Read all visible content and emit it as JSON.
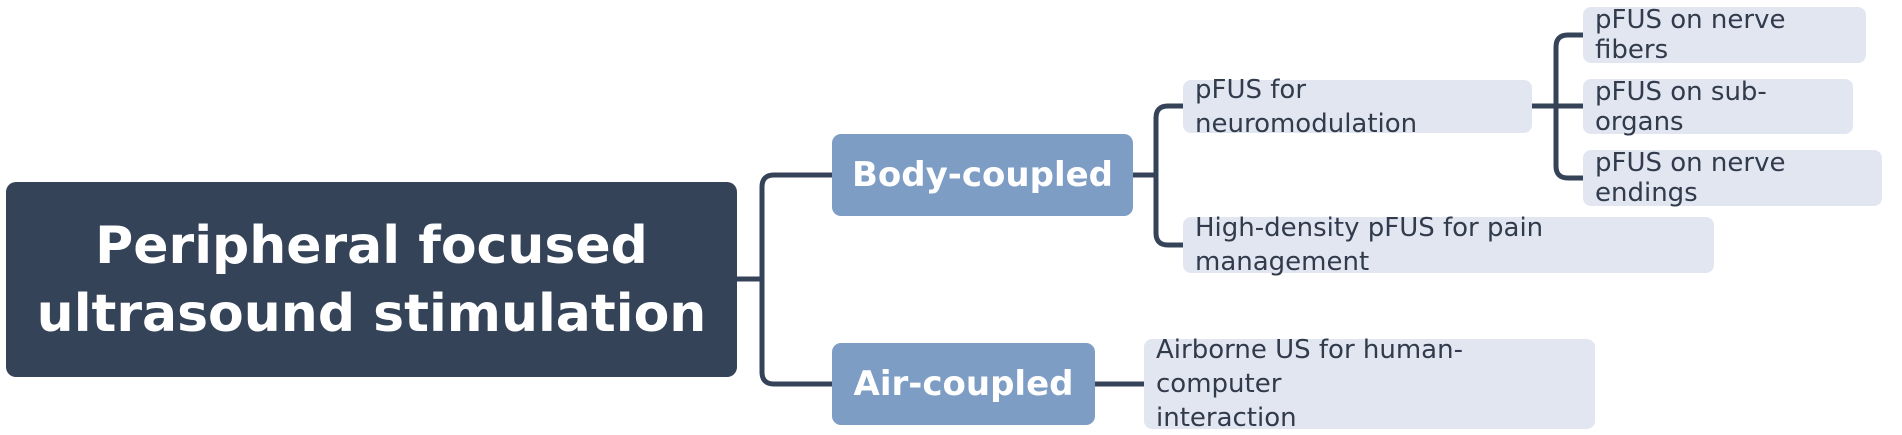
{
  "diagram": {
    "type": "mind-map",
    "colors": {
      "root_fill": "#344358",
      "branch_fill": "#7e9dc4",
      "leaf_fill": "#e1e6f1",
      "connector": "#344358",
      "text_dark": "#313b4b",
      "text_light": "#ffffff"
    },
    "root": {
      "label_line1": "Peripheral focused",
      "label_line2": "ultrasound stimulation"
    },
    "branches": {
      "body": {
        "label": "Body-coupled",
        "neuromodulation": {
          "label": "pFUS for neuromodulation",
          "children": [
            "pFUS on nerve fibers",
            "pFUS on sub-organs",
            "pFUS on nerve endings"
          ]
        },
        "pain": {
          "label": "High-density pFUS for pain management"
        }
      },
      "air": {
        "label": "Air-coupled",
        "airborne": {
          "label_line1": "Airborne US for human-computer",
          "label_line2": "interaction"
        }
      }
    }
  }
}
